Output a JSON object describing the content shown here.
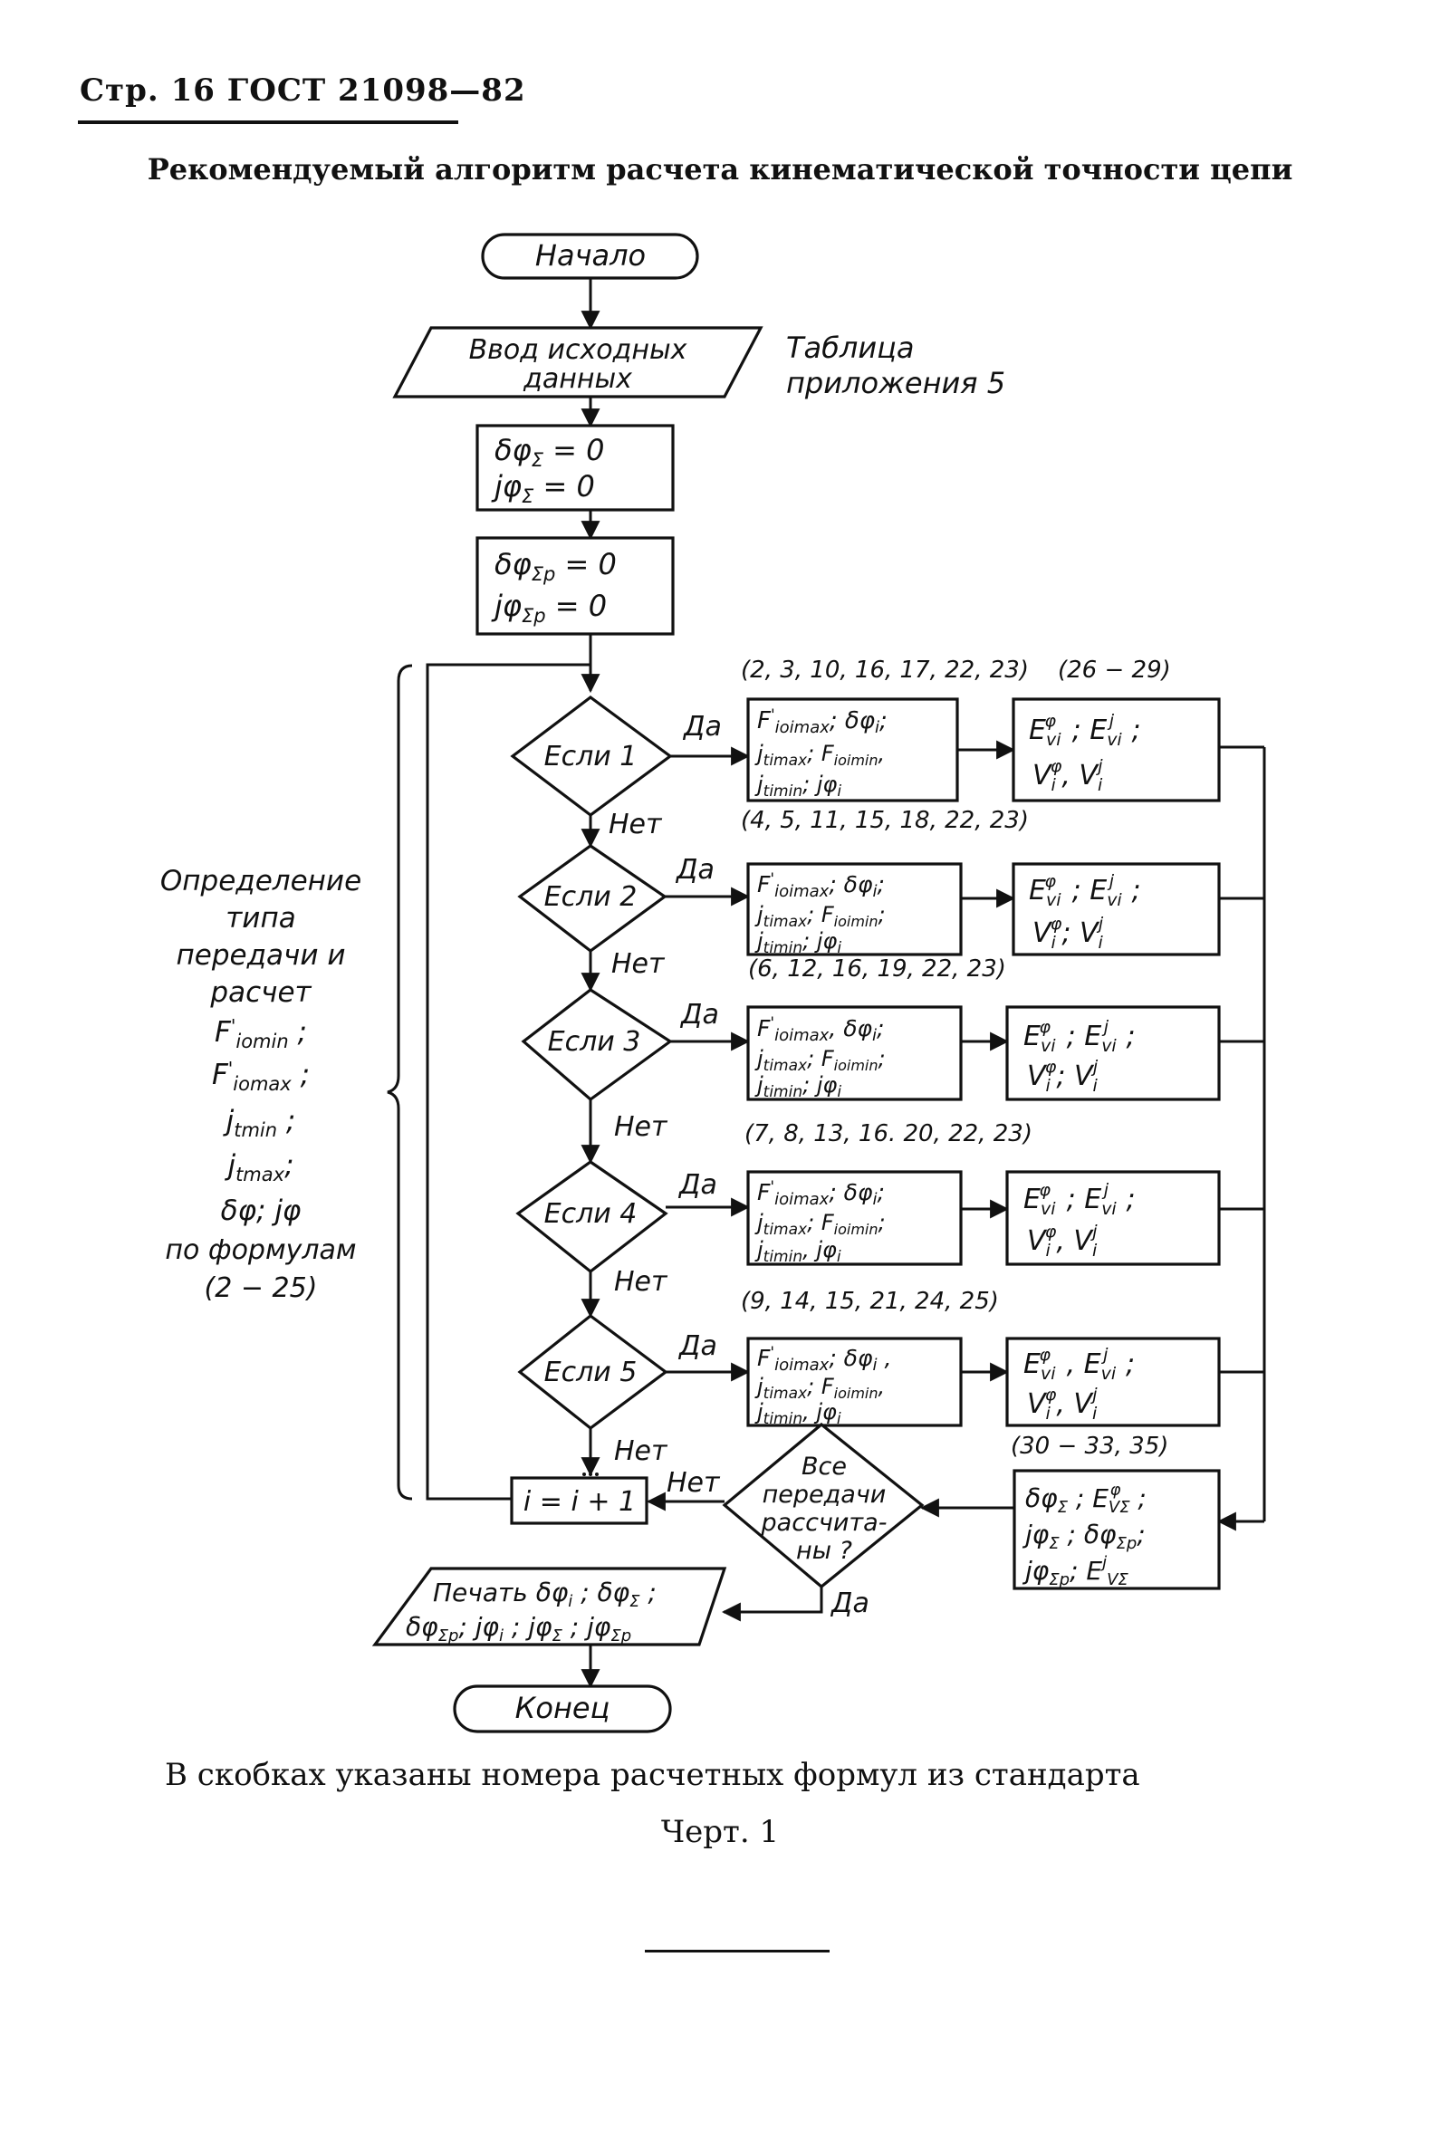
{
  "header": {
    "text": "Стр. 16 ГОСТ 21098—82"
  },
  "title": "Рекомендуемый алгоритм расчета кинематической точности цепи",
  "diagram": {
    "start": "Начало",
    "input": [
      "Ввод исходных",
      "данных"
    ],
    "input_ref": [
      "Таблица",
      "приложения 5"
    ],
    "init1": [
      "δφΣ = 0",
      "jφΣ = 0"
    ],
    "init2": [
      "δφΣp = 0",
      "jφΣp = 0"
    ],
    "side_label": [
      "Определение",
      "типа",
      "передачи и",
      "расчет",
      "F'iomin ;",
      "F'iomax ;",
      "jtmin ;",
      "jtmax;",
      "δφ; jφ",
      "по формулам",
      "(2 − 25)"
    ],
    "yes": "Да",
    "no": "Нет",
    "steps": [
      {
        "cond": "Если 1",
        "refs": "(2, 3, 10, 16, 17, 22, 23)",
        "calc": [
          "F'ioimax; δφi;",
          "jtimax; F'ioimin,",
          "jtimin; jφi"
        ],
        "result": [
          "Eφvi ; Ejvi ;",
          "Vφi , Vji"
        ]
      },
      {
        "cond": "Если 2",
        "refs": "(4, 5, 11, 15, 18, 22, 23)",
        "calc": [
          "F'ioimax; δφi;",
          "jtimax; F'ioimin;",
          "jtimin; jφi"
        ],
        "result": [
          "Eφvi ; Ejvi ;",
          "Vφi ; Vji"
        ]
      },
      {
        "cond": "Если 3",
        "refs": "(6, 12, 16, 19, 22, 23)",
        "calc": [
          "F'ioimax, δφi;",
          "jtimax; F'ioimin;",
          "jtimin; jφi"
        ],
        "result": [
          "Eφvi ; Ejvi ;",
          "Vφi ; Vji"
        ]
      },
      {
        "cond": "Если 4",
        "refs": "(7, 8, 13, 16. 20, 22, 23)",
        "calc": [
          "F'ioimax; δφi;",
          "jtimax; F'ioimin;",
          "jtimin, jφi"
        ],
        "result": [
          "Eφvi ; Ejvi ;",
          "Vφi , Vji"
        ]
      },
      {
        "cond": "Если 5",
        "refs": "(9, 14, 15, 21, 24, 25)",
        "calc": [
          "F'ioimax; δφi ,",
          "jtimax; F'ioimin,",
          "jtimin, jφi"
        ],
        "result": [
          "Eφvi , Ejvi ;",
          "Vφi , Vji"
        ]
      }
    ],
    "final_refs": "(30 − 33, 35)",
    "final_calc": [
      "δφΣ ; EφVΣ ;",
      "jφΣ ; δφΣp;",
      "jφΣp; EjVΣ"
    ],
    "check": [
      "Все",
      "передачи",
      "рассчита-",
      "ны ?"
    ],
    "increment": "i = i + 1",
    "print": [
      "Печать δφi ; δφΣ ;",
      "δφΣp; jφi ; jφΣ ; jφΣp"
    ],
    "end": "Конец"
  },
  "note": "В скобках указаны номера расчетных формул из стандарта",
  "figure": "Черт. 1"
}
